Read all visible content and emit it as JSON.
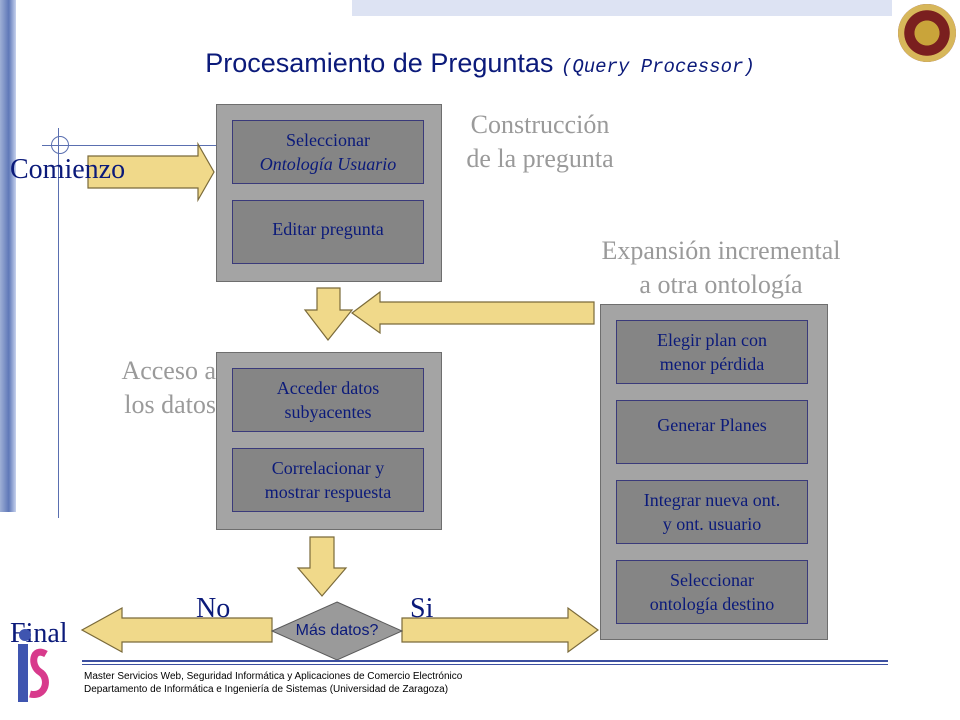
{
  "title": {
    "main": "Procesamiento de Preguntas",
    "sub": "(Query Processor)"
  },
  "labels": {
    "start": "Comienzo",
    "end": "Final",
    "no": "No",
    "si": "Si",
    "construction": [
      "Construcción",
      "de la pregunta"
    ],
    "access": [
      "Acceso a",
      "los datos"
    ],
    "expansion": [
      "Expansión incremental",
      "a otra ontología"
    ]
  },
  "boxes": {
    "select_ontology": [
      "Seleccionar",
      "Ontología Usuario"
    ],
    "edit_query": "Editar pregunta",
    "access_data": [
      "Acceder datos",
      "subyacentes"
    ],
    "correlate": [
      "Correlacionar y",
      "mostrar respuesta"
    ],
    "choose_plan": [
      "Elegir plan con",
      "menor pérdida"
    ],
    "generate_plans": "Generar Planes",
    "integrate": [
      "Integrar nueva ont.",
      "y ont. usuario"
    ],
    "select_target": [
      "Seleccionar",
      "ontología destino"
    ],
    "decision": "Más datos?"
  },
  "footer": {
    "line1": "Master Servicios Web, Seguridad Informática y Aplicaciones de Comercio Electrónico",
    "line2": "Departamento de Informática e Ingeniería de Sistemas (Universidad de Zaragoza)"
  },
  "colors": {
    "arrow_fill": "#f0d98a",
    "arrow_stroke": "#7a6a3a",
    "panel": "#a4a4a4",
    "box": "#858585",
    "title": "#0b1a7a"
  }
}
